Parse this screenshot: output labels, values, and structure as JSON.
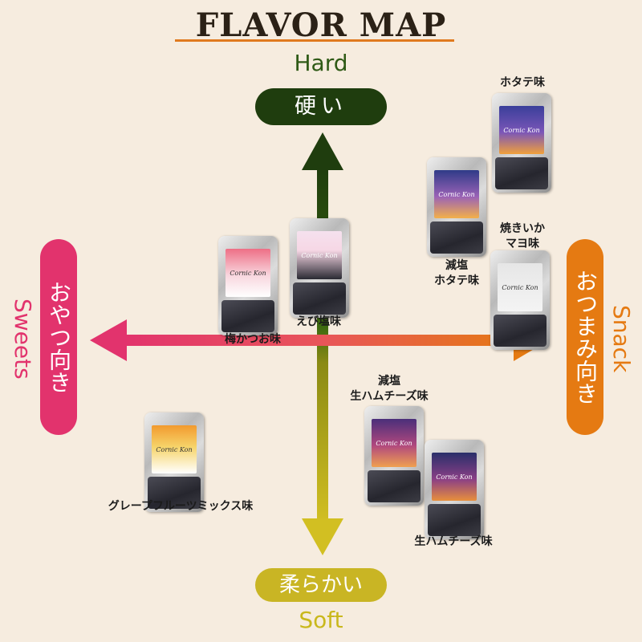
{
  "title": "FLAVOR MAP",
  "axes": {
    "top_en": "Hard",
    "top_jp": "硬い",
    "bottom_jp": "柔らかい",
    "bottom_en": "Soft",
    "left_jp": "おやつ向き",
    "left_en": "Sweets",
    "right_jp": "おつまみ向き",
    "right_en": "Snack"
  },
  "products": {
    "hotate": {
      "label": "ホタテ味"
    },
    "genen_hotate": {
      "label_line1": "減塩",
      "label_line2": "ホタテ味"
    },
    "yaki_ika": {
      "label_line1": "焼きいか",
      "label_line2": "マヨ味"
    },
    "ebi_shio": {
      "label": "えび塩味"
    },
    "ume_katsuo": {
      "label": "梅かつお味"
    },
    "genen_namaham": {
      "label_line1": "減塩",
      "label_line2": "生ハムチーズ味"
    },
    "grapefruit": {
      "label": "グレープフルーツミックス味"
    },
    "namaham": {
      "label": "生ハムチーズ味"
    }
  },
  "package_wordmark": "Cornic Kon",
  "colors": {
    "hard": "#1f3d0e",
    "soft": "#c9b524",
    "sweets": "#e2336d",
    "snack": "#e57a12",
    "title_underline": "#e07a1f"
  }
}
